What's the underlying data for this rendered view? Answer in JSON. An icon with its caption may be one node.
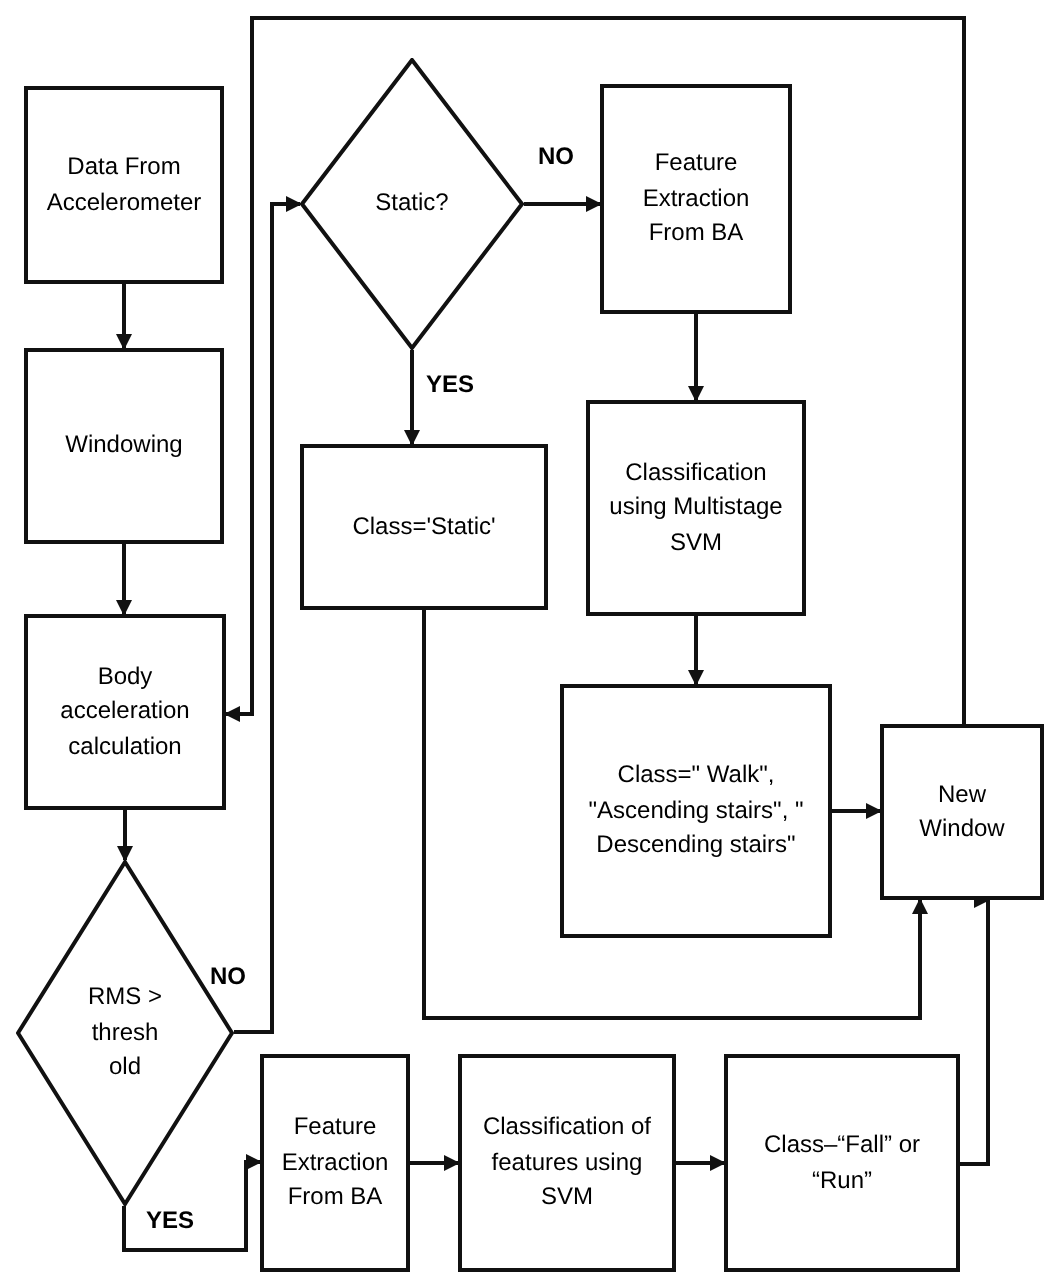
{
  "diagram": {
    "nodes": [
      {
        "text": [
          "Data From Accelerometer"
        ]
      },
      {
        "text": [
          "Windowing"
        ]
      },
      {
        "text": [
          "Body acceleration calculation"
        ]
      },
      {
        "text": [
          "RMS > thresh old"
        ]
      },
      {
        "text": [
          "Static?"
        ]
      },
      {
        "text": [
          "Feature Extraction From BA"
        ]
      },
      {
        "text": [
          "Class='Static'"
        ]
      },
      {
        "text": [
          "Classification using Multistage SVM"
        ]
      },
      {
        "text": [
          "Class=\" Walk\", \"Ascending stairs\", \" Descending stairs\""
        ]
      },
      {
        "text": [
          "New Window"
        ]
      },
      {
        "text": [
          "Feature Extraction From BA"
        ]
      },
      {
        "text": [
          "Classification of features using SVM"
        ]
      },
      {
        "text": [
          "Class–“Fall” or “Run”"
        ]
      }
    ],
    "edges": [
      {
        "from": 0,
        "to": 1,
        "arrow": "to"
      },
      {
        "from": 1,
        "to": 2,
        "arrow": "to"
      },
      {
        "from": 2,
        "to": 3,
        "arrow": "to"
      },
      {
        "from": 3,
        "to": 4,
        "arrow": "to",
        "label": "NO"
      },
      {
        "from": 4,
        "to": 5,
        "arrow": "to",
        "label": "NO"
      },
      {
        "from": 4,
        "to": 6,
        "arrow": "to",
        "label": "YES"
      },
      {
        "from": 5,
        "to": 7,
        "arrow": "to"
      },
      {
        "from": 7,
        "to": 8,
        "arrow": "to"
      },
      {
        "from": 8,
        "to": 9,
        "arrow": "to"
      },
      {
        "from": 6,
        "to": 9,
        "arrow": "to"
      },
      {
        "from": 3,
        "to": 10,
        "arrow": "to",
        "label": "YES"
      },
      {
        "from": 10,
        "to": 11,
        "arrow": "to"
      },
      {
        "from": 11,
        "to": 12,
        "arrow": "to"
      },
      {
        "from": 12,
        "to": 9,
        "arrow": "to"
      },
      {
        "from": 9,
        "to": 2,
        "arrow": "to"
      }
    ]
  }
}
